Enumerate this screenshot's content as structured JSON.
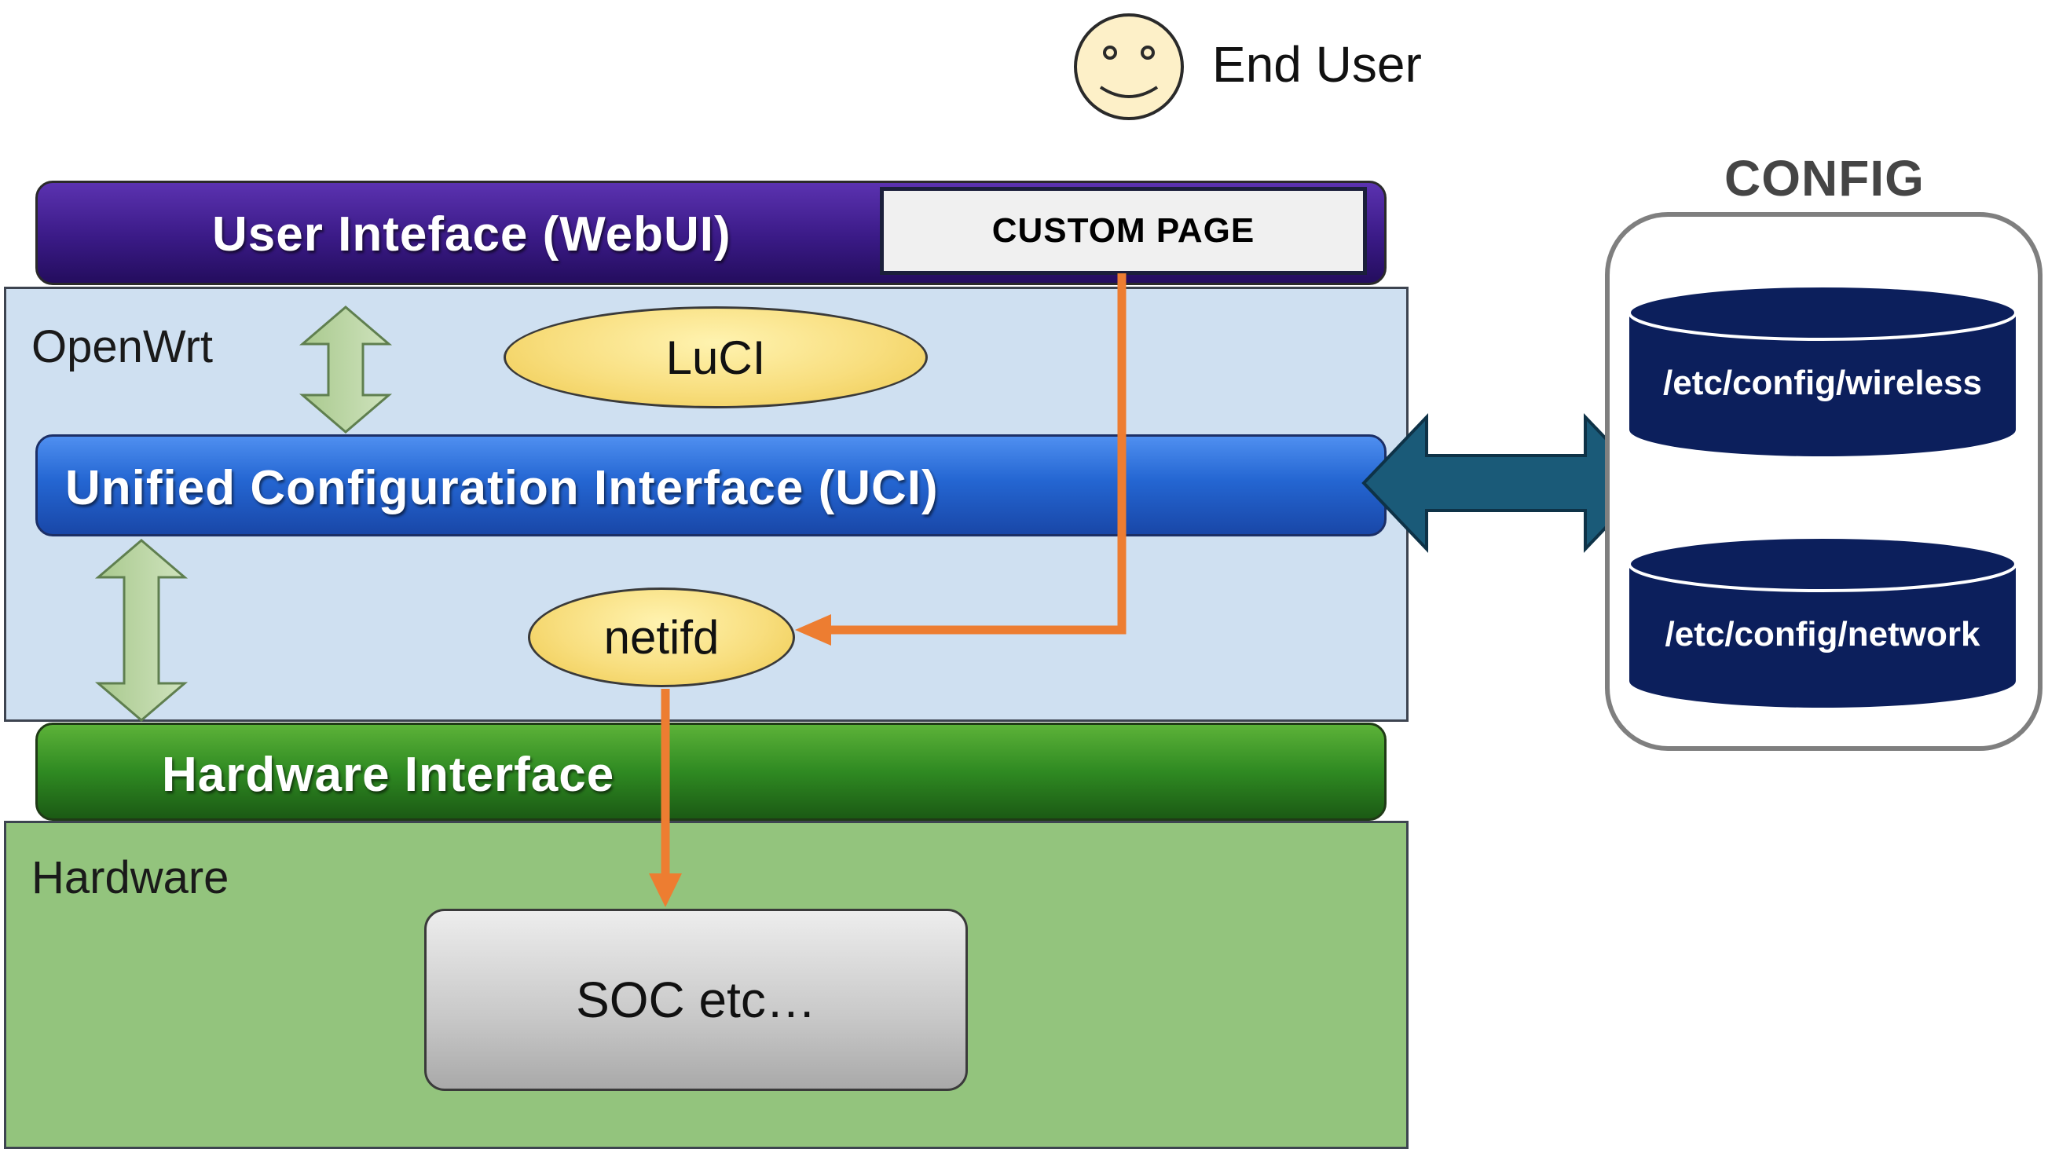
{
  "end_user": {
    "icon": "smiley-face-icon",
    "label": "End User"
  },
  "layers": {
    "webui": {
      "label": "User Inteface (WebUI)"
    },
    "custom_page": {
      "label": "CUSTOM PAGE"
    },
    "openwrt": {
      "label": "OpenWrt"
    },
    "luci": {
      "label": "LuCI"
    },
    "uci": {
      "label": "Unified Configuration Interface (UCI)"
    },
    "netifd": {
      "label": "netifd"
    },
    "hardware_interface": {
      "label": "Hardware Interface"
    },
    "hardware": {
      "label": "Hardware"
    },
    "soc": {
      "label": "SOC etc…"
    }
  },
  "config": {
    "title": "CONFIG",
    "files": [
      {
        "label": "/etc/config/wireless"
      },
      {
        "label": "/etc/config/network"
      }
    ]
  },
  "colors": {
    "webui": "#3a1a86",
    "uci": "#2466d2",
    "hardware_interface": "#2f8a22",
    "openwrt_bg": "#cfe0f1",
    "hardware_bg": "#93c47d",
    "flow_arrow": "#ed7d31",
    "db_fill": "#0c1f5c",
    "config_arrow": "#1a5a78"
  }
}
